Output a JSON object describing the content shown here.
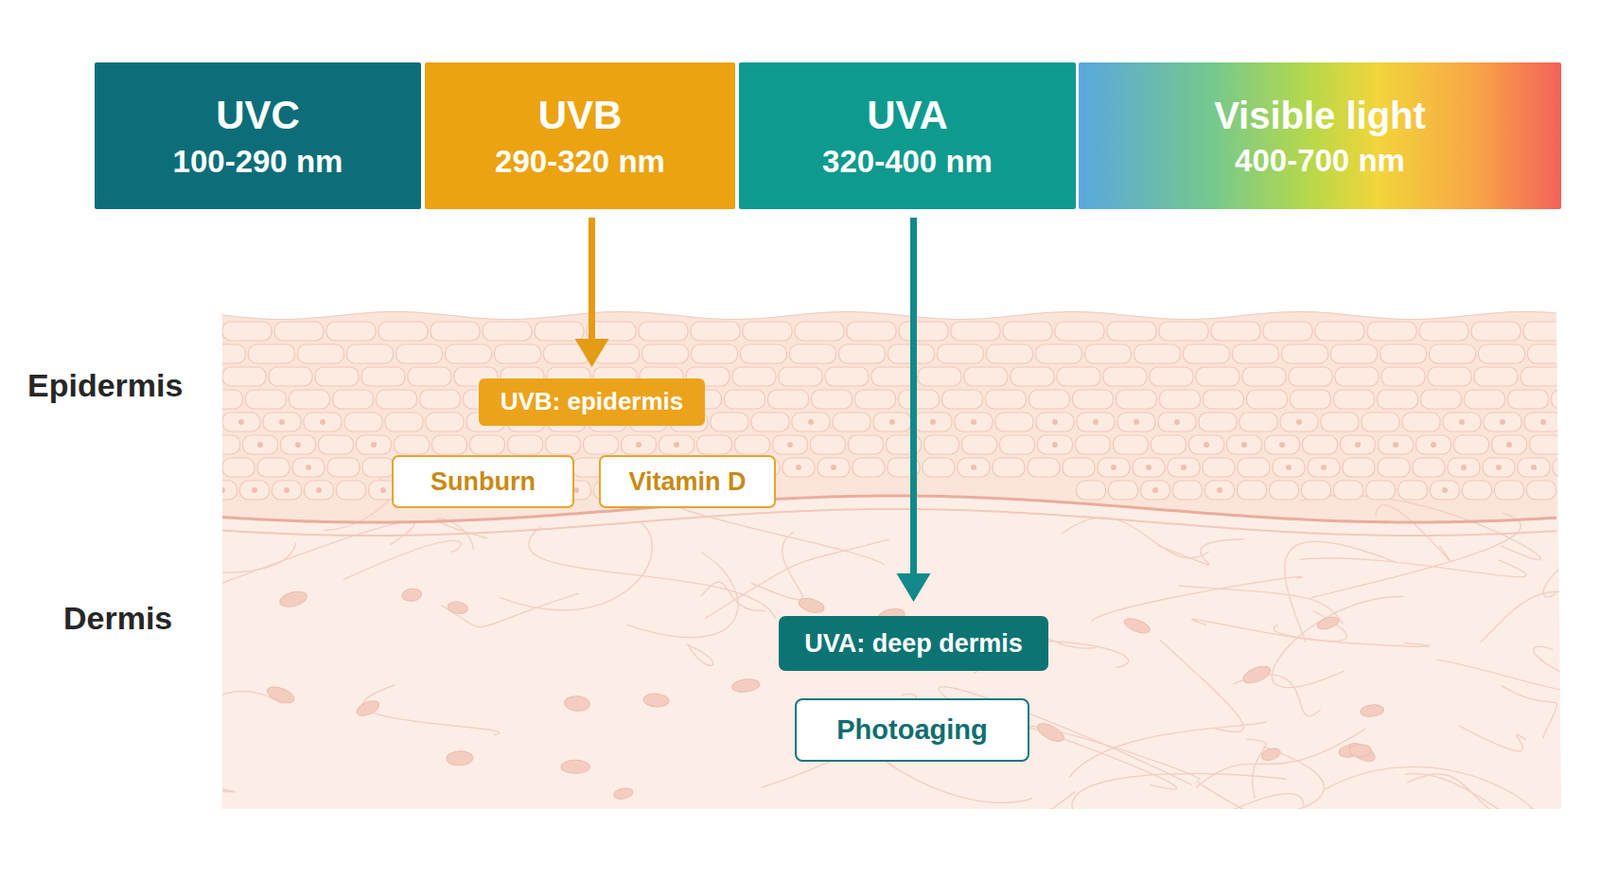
{
  "diagram": {
    "nodes": [
      {
        "text": [
          "UVC",
          "100-290 nm"
        ]
      },
      {
        "text": [
          "UVB",
          "290-320 nm"
        ]
      },
      {
        "text": [
          "UVA",
          "320-400 nm"
        ]
      },
      {
        "text": [
          "Visible light",
          "400-700 nm"
        ]
      },
      {
        "text": [
          "UVB: epidermis"
        ]
      },
      {
        "text": [
          "Sunburn"
        ]
      },
      {
        "text": [
          "Vitamin D"
        ]
      },
      {
        "text": [
          "UVA: deep dermis"
        ]
      },
      {
        "text": [
          "Photoaging"
        ]
      }
    ],
    "edges": [
      {
        "from": 1,
        "to": 4,
        "arrow": "to"
      },
      {
        "from": 2,
        "to": 7,
        "arrow": "to"
      }
    ],
    "labels": [
      "Epidermis",
      "Dermis"
    ]
  }
}
